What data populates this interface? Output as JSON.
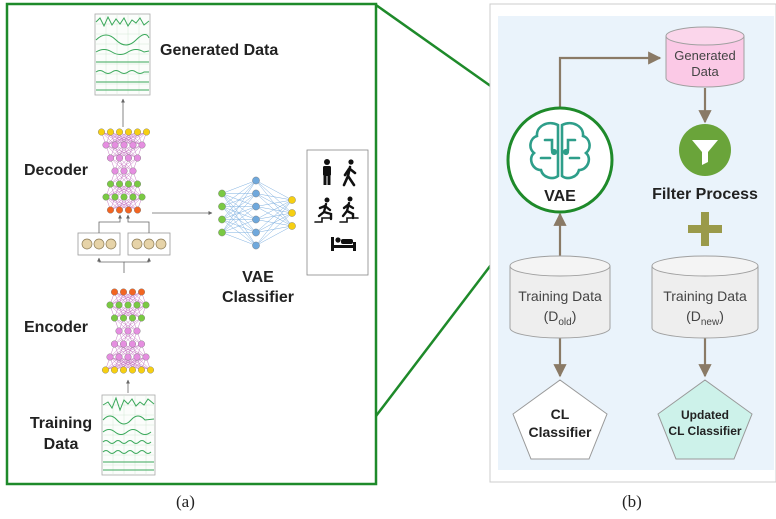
{
  "panel_a": {
    "generated_data": "Generated Data",
    "decoder": "Decoder",
    "encoder": "Encoder",
    "training_data_line1": "Training",
    "training_data_line2": "Data",
    "vae_classifier_line1": "VAE",
    "vae_classifier_line2": "Classifier",
    "caption": "(a)",
    "activity_icons": [
      "person-standing-icon",
      "person-walking-icon",
      "person-climbing-stairs-icon",
      "person-descending-stairs-icon",
      "person-lying-bed-icon"
    ]
  },
  "panel_b": {
    "vae": "VAE",
    "generated_data_line1": "Generated",
    "generated_data_line2": "Data",
    "filter_process": "Filter Process",
    "plus": "+",
    "training_old_line1": "Training Data",
    "training_old_var": "D",
    "training_old_sub": "old",
    "training_new_line1": "Training Data",
    "training_new_var": "D",
    "training_new_sub": "new",
    "cl_classifier_line1": "CL",
    "cl_classifier_line2": "Classifier",
    "updated_line1": "Updated",
    "updated_line2": "CL Classifier",
    "caption": "(b)"
  },
  "colors": {
    "frame_green": "#1e8a2a",
    "panel_b_bg": "#eaf3fb",
    "generated_pink": "#fbc9e6",
    "cylinder_gray": "#eeeeee",
    "filter_green": "#6aa43a",
    "plus_olive": "#9a9a4a",
    "updated_mint": "#cdf2ea",
    "node_yellow": "#f6cf12",
    "node_pink": "#e58ee0",
    "node_green": "#7ac943",
    "node_orange": "#f26522",
    "node_blue": "#6fa8dc",
    "latent_tan": "#e6d3a8"
  }
}
